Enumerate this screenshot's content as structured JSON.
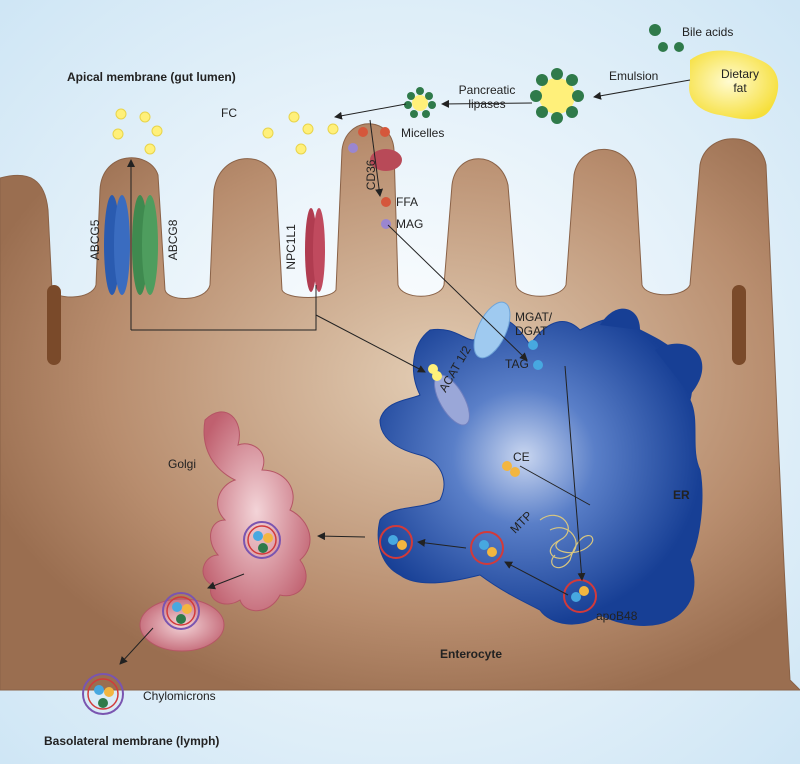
{
  "labels": {
    "apical": "Apical membrane (gut lumen)",
    "basolateral": "Basolateral membrane (lymph)",
    "bile_acids": "Bile acids",
    "dietary_fat_1": "Dietary",
    "dietary_fat_2": "fat",
    "emulsion": "Emulsion",
    "pancreatic_1": "Pancreatic",
    "pancreatic_2": "lipases",
    "fc": "FC",
    "micelles": "Micelles",
    "cd36": "CD36",
    "ffa": "FFA",
    "mag": "MAG",
    "abcg5": "ABCG5",
    "abcg8": "ABCG8",
    "npc1l1": "NPC1L1",
    "mgat_1": "MGAT/",
    "mgat_2": "DGAT",
    "tag": "TAG",
    "acat": "ACAT 1/2",
    "ce": "CE",
    "er": "ER",
    "mtp": "MTP",
    "apob48": "apoB48",
    "golgi": "Golgi",
    "enterocyte": "Enterocyte",
    "chylomicrons": "Chylomicrons"
  },
  "colors": {
    "background": "#cfe6f5",
    "cell": "#a0765a",
    "cell_light": "#d6bfa6",
    "er": "#1a4fa0",
    "golgi": "#c56b7a",
    "fc": "#fff07a",
    "abcg5": "#2a5bb0",
    "abcg8": "#3f8a4f",
    "npc1l1": "#b03c50",
    "bile": "#2f7a4a",
    "ffa": "#d5573b",
    "mag": "#9a86d0",
    "tag": "#47a8e0"
  }
}
